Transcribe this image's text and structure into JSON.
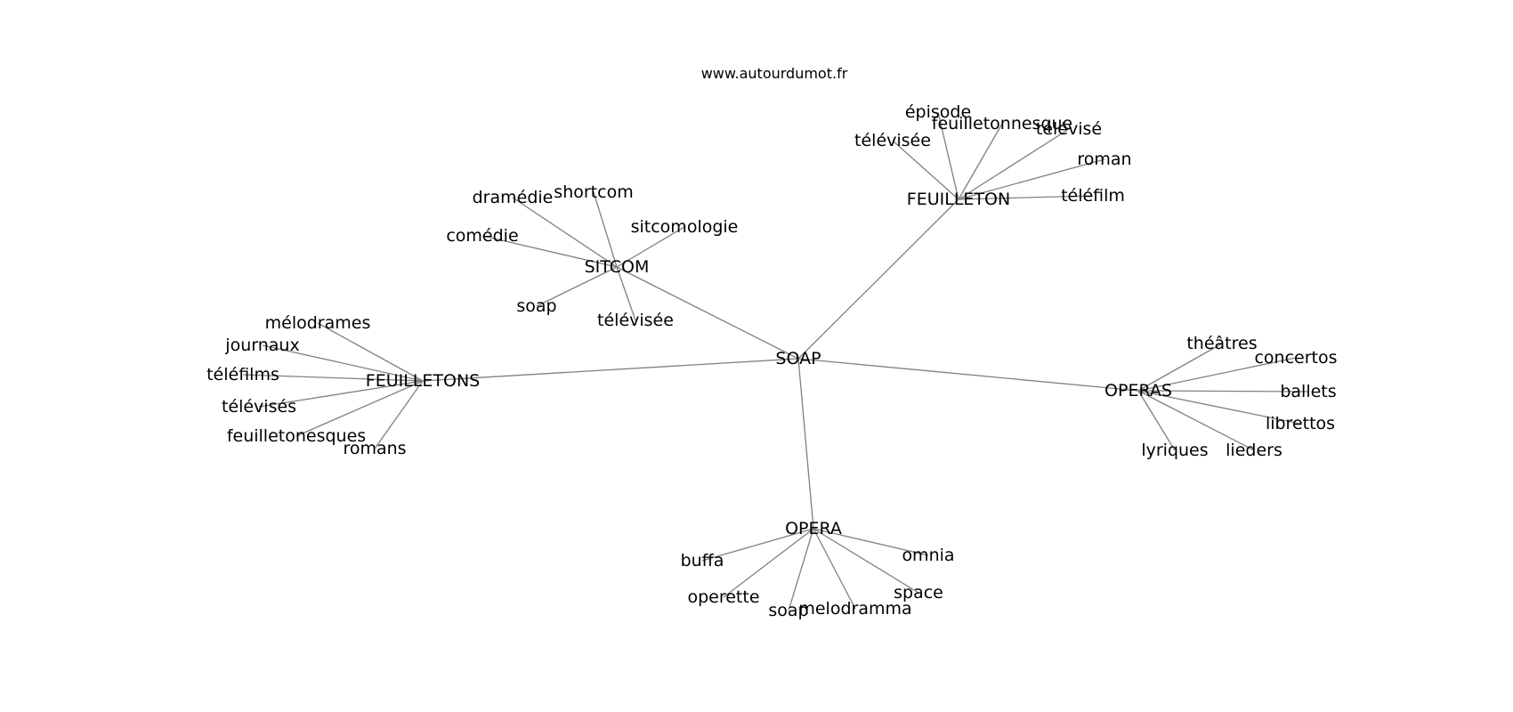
{
  "watermark": "www.autourdumot.fr",
  "nodes": [
    {
      "id": "soap",
      "label": "SOAP"
    },
    {
      "id": "sitcom",
      "label": "SITCOM"
    },
    {
      "id": "feuilleton",
      "label": "FEUILLETON"
    },
    {
      "id": "feuilletons",
      "label": "FEUILLETONS"
    },
    {
      "id": "operas",
      "label": "OPERAS"
    },
    {
      "id": "opera",
      "label": "OPERA"
    },
    {
      "id": "sitcom-dramedie",
      "label": "dramédie"
    },
    {
      "id": "sitcom-shortcom",
      "label": "shortcom"
    },
    {
      "id": "sitcom-sitcomologie",
      "label": "sitcomologie"
    },
    {
      "id": "sitcom-comedie",
      "label": "comédie"
    },
    {
      "id": "sitcom-soap",
      "label": "soap"
    },
    {
      "id": "sitcom-televisee",
      "label": "télévisée"
    },
    {
      "id": "feuilleton-episode",
      "label": "épisode"
    },
    {
      "id": "feuilleton-feuilletonnesque",
      "label": "feuilletonnesque"
    },
    {
      "id": "feuilleton-televise",
      "label": "télévisé"
    },
    {
      "id": "feuilleton-televisee",
      "label": "télévisée"
    },
    {
      "id": "feuilleton-roman",
      "label": "roman"
    },
    {
      "id": "feuilleton-telefilm",
      "label": "téléfilm"
    },
    {
      "id": "feuilletons-melodrames",
      "label": "mélodrames"
    },
    {
      "id": "feuilletons-journaux",
      "label": "journaux"
    },
    {
      "id": "feuilletons-telefilms",
      "label": "téléfilms"
    },
    {
      "id": "feuilletons-televises",
      "label": "télévisés"
    },
    {
      "id": "feuilletons-feuilletonesques",
      "label": "feuilletonesques"
    },
    {
      "id": "feuilletons-romans",
      "label": "romans"
    },
    {
      "id": "operas-theatres",
      "label": "théâtres"
    },
    {
      "id": "operas-concertos",
      "label": "concertos"
    },
    {
      "id": "operas-ballets",
      "label": "ballets"
    },
    {
      "id": "operas-librettos",
      "label": "librettos"
    },
    {
      "id": "operas-lyriques",
      "label": "lyriques"
    },
    {
      "id": "operas-lieders",
      "label": "lieders"
    },
    {
      "id": "opera-buffa",
      "label": "buffa"
    },
    {
      "id": "opera-omnia",
      "label": "omnia"
    },
    {
      "id": "opera-operette",
      "label": "operette"
    },
    {
      "id": "opera-space",
      "label": "space"
    },
    {
      "id": "opera-soap",
      "label": "soap"
    },
    {
      "id": "opera-melodramma",
      "label": "melodramma"
    }
  ],
  "edges": [
    [
      "soap",
      "sitcom"
    ],
    [
      "soap",
      "feuilleton"
    ],
    [
      "soap",
      "feuilletons"
    ],
    [
      "soap",
      "operas"
    ],
    [
      "soap",
      "opera"
    ],
    [
      "sitcom",
      "sitcom-dramedie"
    ],
    [
      "sitcom",
      "sitcom-shortcom"
    ],
    [
      "sitcom",
      "sitcom-sitcomologie"
    ],
    [
      "sitcom",
      "sitcom-comedie"
    ],
    [
      "sitcom",
      "sitcom-soap"
    ],
    [
      "sitcom",
      "sitcom-televisee"
    ],
    [
      "feuilleton",
      "feuilleton-episode"
    ],
    [
      "feuilleton",
      "feuilleton-feuilletonnesque"
    ],
    [
      "feuilleton",
      "feuilleton-televise"
    ],
    [
      "feuilleton",
      "feuilleton-televisee"
    ],
    [
      "feuilleton",
      "feuilleton-roman"
    ],
    [
      "feuilleton",
      "feuilleton-telefilm"
    ],
    [
      "feuilletons",
      "feuilletons-melodrames"
    ],
    [
      "feuilletons",
      "feuilletons-journaux"
    ],
    [
      "feuilletons",
      "feuilletons-telefilms"
    ],
    [
      "feuilletons",
      "feuilletons-televises"
    ],
    [
      "feuilletons",
      "feuilletons-feuilletonesques"
    ],
    [
      "feuilletons",
      "feuilletons-romans"
    ],
    [
      "operas",
      "operas-theatres"
    ],
    [
      "operas",
      "operas-concertos"
    ],
    [
      "operas",
      "operas-ballets"
    ],
    [
      "operas",
      "operas-librettos"
    ],
    [
      "operas",
      "operas-lyriques"
    ],
    [
      "operas",
      "operas-lieders"
    ],
    [
      "opera",
      "opera-buffa"
    ],
    [
      "opera",
      "opera-omnia"
    ],
    [
      "opera",
      "opera-operette"
    ],
    [
      "opera",
      "opera-space"
    ],
    [
      "opera",
      "opera-soap"
    ],
    [
      "opera",
      "opera-melodramma"
    ]
  ]
}
